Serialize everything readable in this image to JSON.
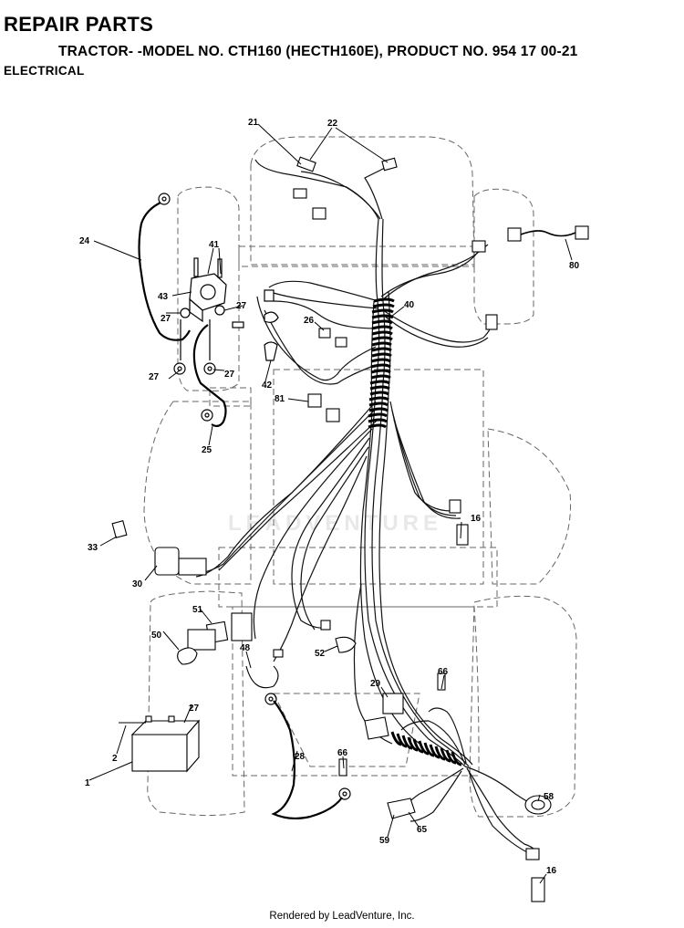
{
  "header": {
    "title": "REPAIR PARTS",
    "model_line": "TRACTOR- -MODEL NO. CTH160 (HECTH160E), PRODUCT NO. 954 17 00-21",
    "section": "ELECTRICAL"
  },
  "watermark": "LEADVENTURE",
  "footer": "Rendered by LeadVenture, Inc.",
  "callouts": {
    "p1": "1",
    "p2": "2",
    "p16a": "16",
    "p16b": "16",
    "p21": "21",
    "p22": "22",
    "p24": "24",
    "p25": "25",
    "p26": "26",
    "p27a": "27",
    "p27b": "27",
    "p27c": "27",
    "p27d": "27",
    "p27e": "27",
    "p28": "28",
    "p29": "29",
    "p30": "30",
    "p33": "33",
    "p40": "40",
    "p41": "41",
    "p42": "42",
    "p43": "43",
    "p48": "48",
    "p50": "50",
    "p51": "51",
    "p52": "52",
    "p58": "58",
    "p59": "59",
    "p65": "65",
    "p66a": "66",
    "p66b": "66",
    "p80": "80",
    "p81": "81"
  }
}
